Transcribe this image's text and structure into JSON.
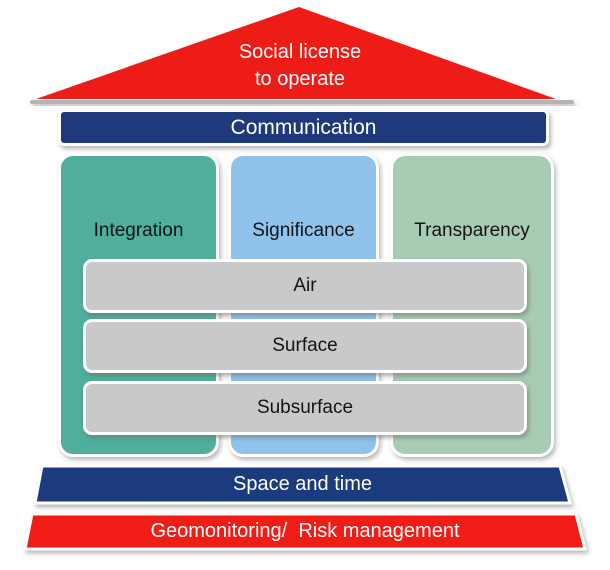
{
  "diagram": {
    "roof": {
      "label_line1": "Social license",
      "label_line2": "to operate",
      "color": "#EE1C16"
    },
    "eave_color": "#B4B4B7",
    "communication": {
      "label": "Communication",
      "color": "#1E3A7C"
    },
    "pillars": [
      {
        "label": "Integration",
        "color": "#4FAE9C"
      },
      {
        "label": "Significance",
        "color": "#8FC3EB"
      },
      {
        "label": "Transparency",
        "color": "#A8CCB3"
      }
    ],
    "layers": [
      {
        "label": "Air",
        "color": "#C9C9CC"
      },
      {
        "label": "Surface",
        "color": "#C9C9CC"
      },
      {
        "label": "Subsurface",
        "color": "#C9C9CC"
      }
    ],
    "base": [
      {
        "label": "Space and time",
        "color": "#1E3A7C"
      },
      {
        "label": "Geomonitoring/  Risk management",
        "color": "#F21D12"
      }
    ]
  }
}
